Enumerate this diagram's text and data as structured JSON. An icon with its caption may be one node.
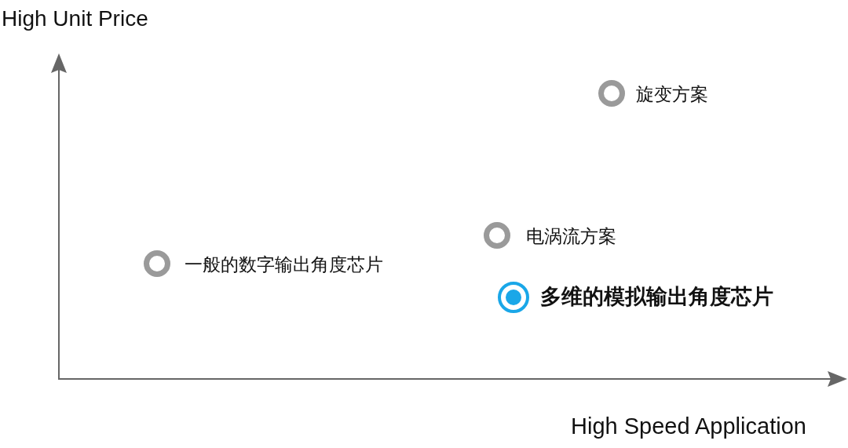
{
  "diagram": {
    "labels": [
      "High Unit Price",
      "旋变方案",
      "电涡流方案",
      "一般的数字输出角度芯片",
      "多维的模拟输出角度芯片",
      "High Speed Application"
    ]
  }
}
